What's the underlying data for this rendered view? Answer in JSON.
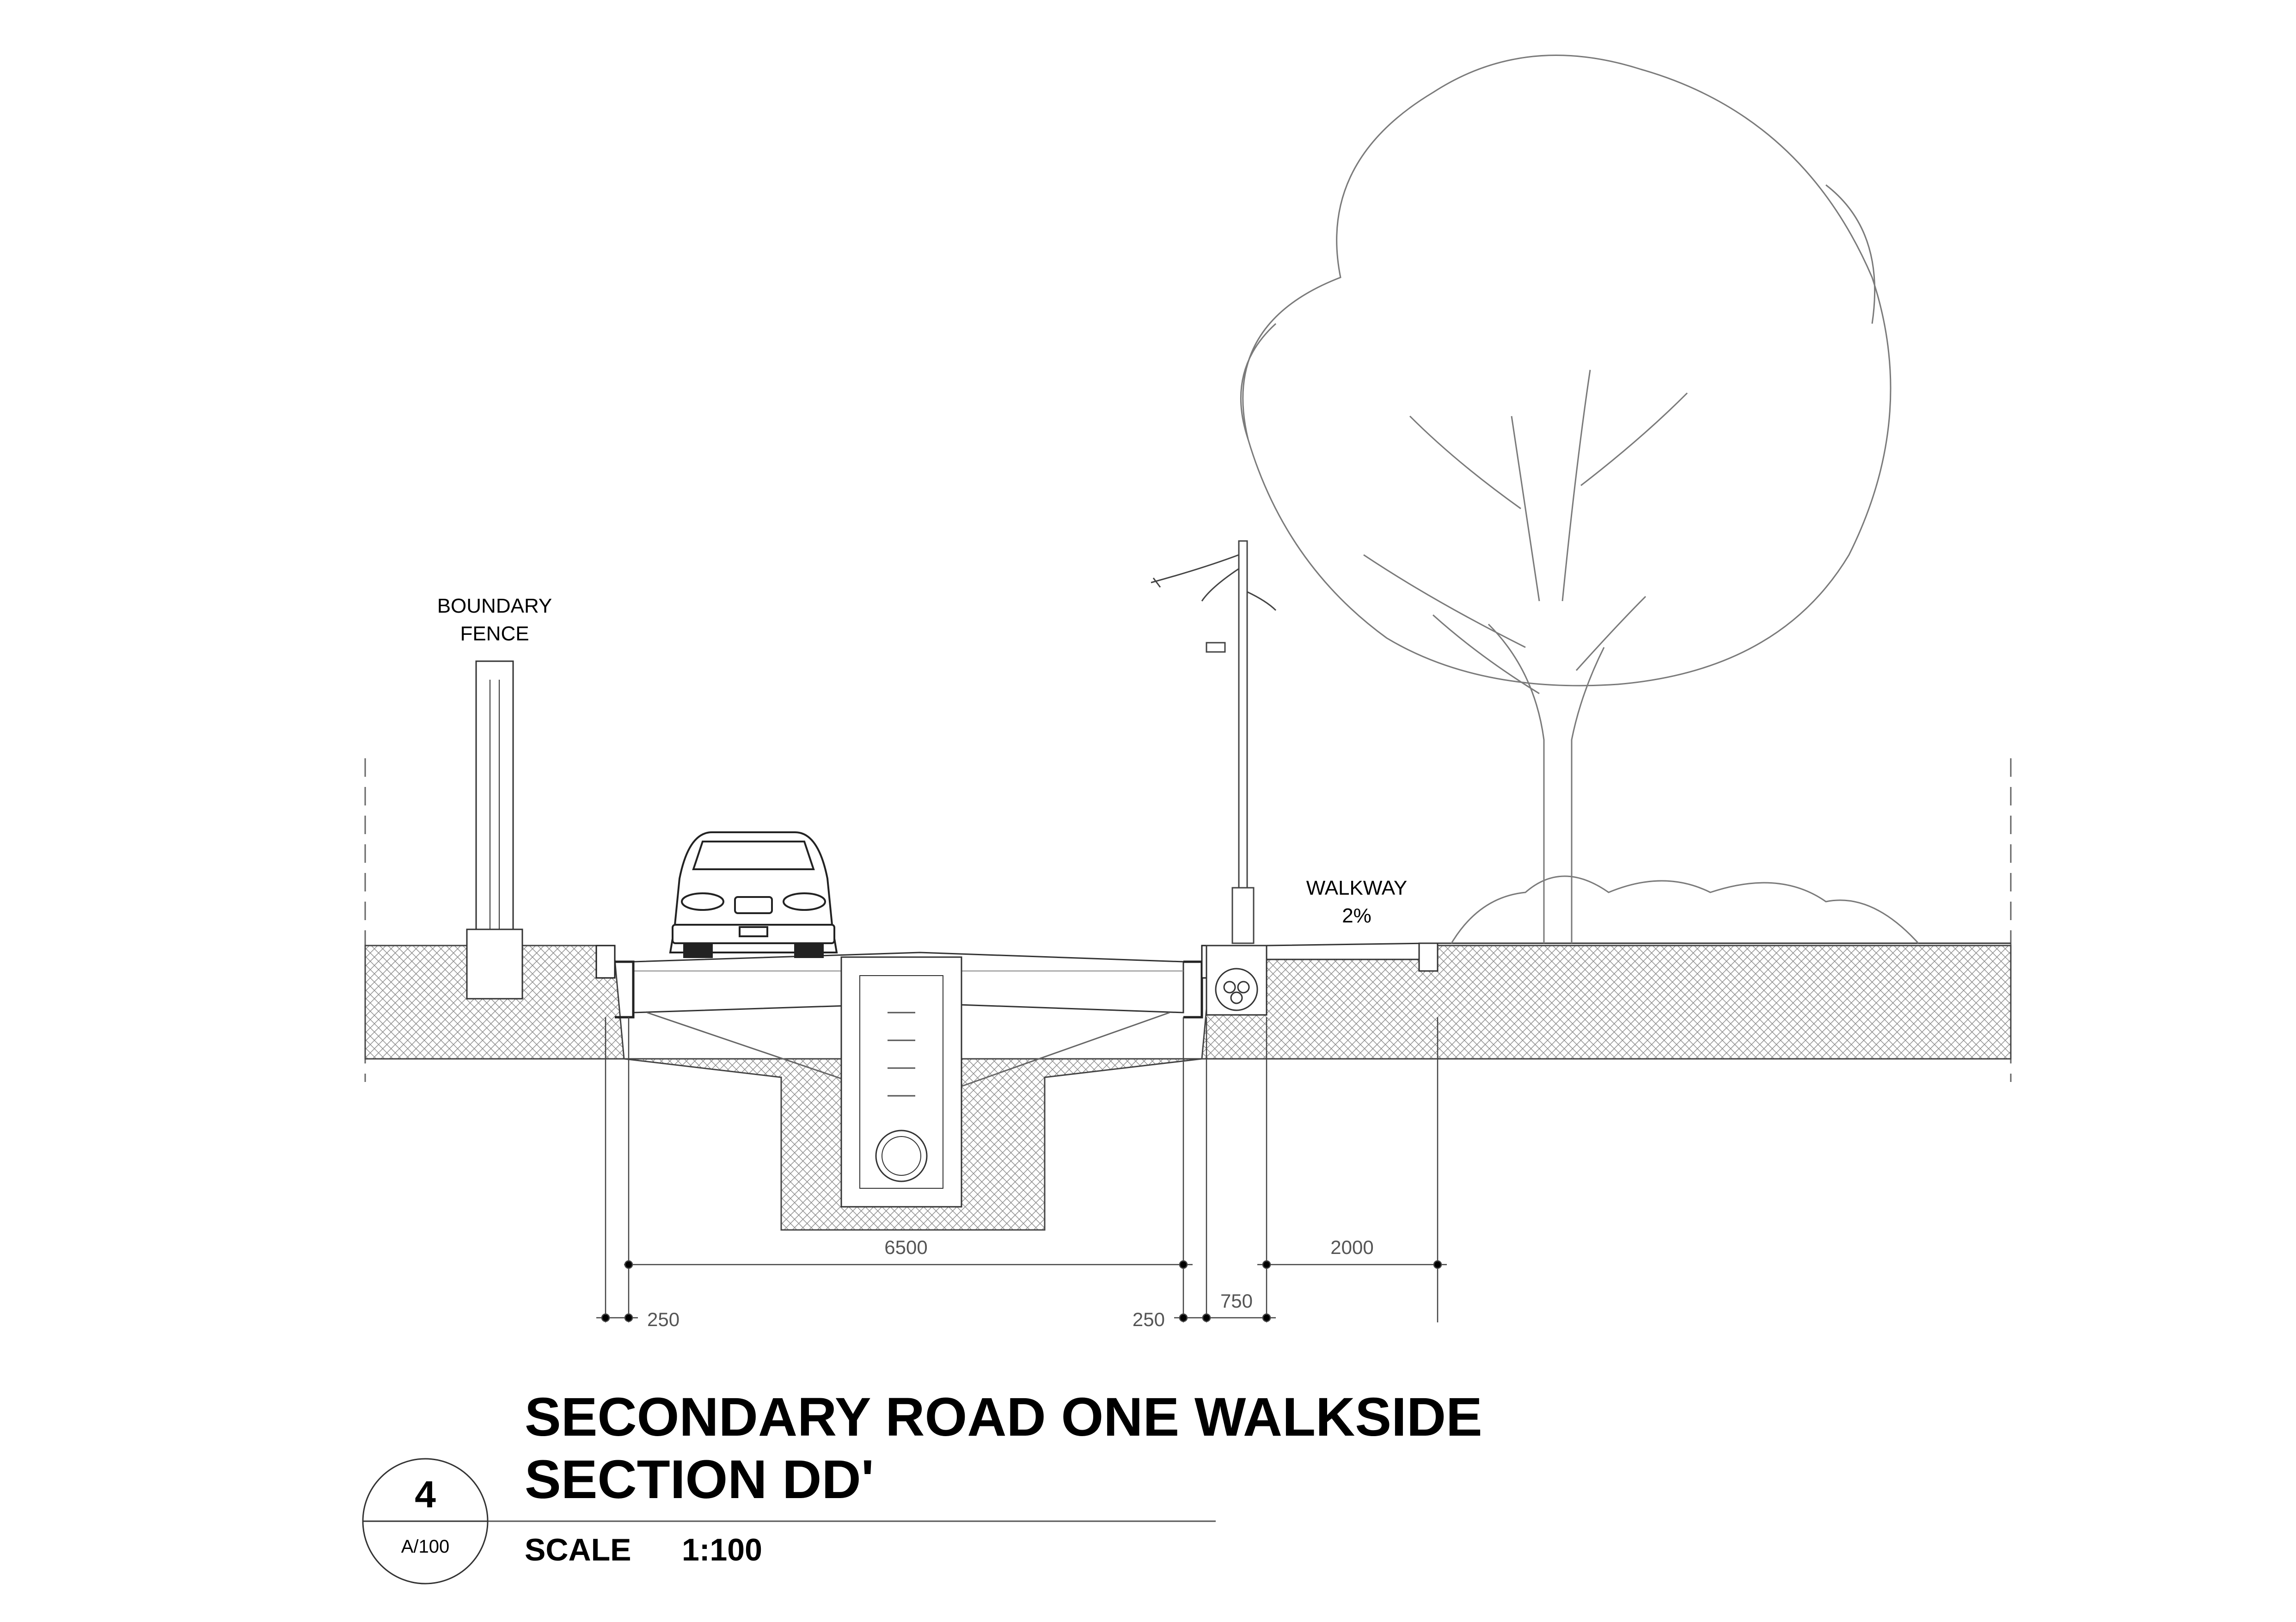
{
  "labels": {
    "boundary_fence_line1": "BOUNDARY",
    "boundary_fence_line2": "FENCE",
    "walkway": "WALKWAY",
    "walkway_slope": "2%"
  },
  "dimensions": {
    "road_width": "6500",
    "walkway_width": "2000",
    "left_kerb": "250",
    "right_kerb": "250",
    "verge": "750"
  },
  "title_block": {
    "title_line1": "SECONDARY ROAD ONE WALKSIDE",
    "title_line2": "SECTION DD'",
    "scale_label": "SCALE",
    "scale_value": "1:100",
    "drawing_number": "4",
    "sheet_ref": "A/100"
  }
}
